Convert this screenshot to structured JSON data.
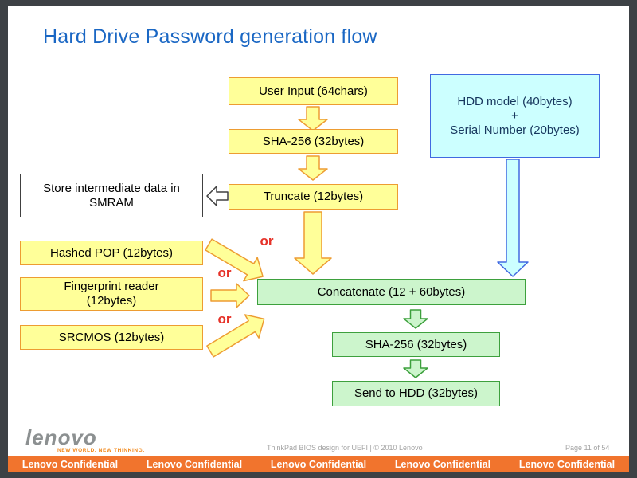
{
  "slide": {
    "title": "Hard Drive Password generation flow",
    "nodes": {
      "user_input": "User Input (64chars)",
      "sha256_top": "SHA-256 (32bytes)",
      "truncate": "Truncate (12bytes)",
      "smram_line1": "Store intermediate data in",
      "smram_line2": "SMRAM",
      "hashed_pop": "Hashed POP (12bytes)",
      "fingerprint_line1": "Fingerprint reader",
      "fingerprint_line2": "(12bytes)",
      "srcmos": "SRCMOS (12bytes)",
      "hdd_line1": "HDD model (40bytes)",
      "hdd_line2": "+",
      "hdd_line3": "Serial Number (20bytes)",
      "concatenate": "Concatenate (12 + 60bytes)",
      "sha256_bottom": "SHA-256 (32bytes)",
      "send_to_hdd": "Send to HDD (32bytes)"
    },
    "or_labels": {
      "first": "or",
      "second": "or",
      "third": "or"
    },
    "footer": {
      "logo_text": "lenovo",
      "tagline": "NEW WORLD. NEW THINKING.",
      "doc_info": "ThinkPad BIOS design for UEFI | © 2010 Lenovo",
      "page_indicator": "Page 11 of 54"
    },
    "confidential_bar": [
      "Lenovo Confidential",
      "Lenovo Confidential",
      "Lenovo Confidential",
      "Lenovo Confidential",
      "Lenovo Confidential"
    ],
    "colors": {
      "title_blue": "#1a67c4",
      "yellow_fill": "#ffff99",
      "orange_border": "#ed9c32",
      "green_fill": "#ccf5cc",
      "green_border": "#3da03d",
      "cyan_fill": "#ccffff",
      "blue_border": "#4169e1",
      "or_red": "#e63229",
      "bar_orange": "#f1742d",
      "frame_gray": "#3d4145"
    }
  }
}
